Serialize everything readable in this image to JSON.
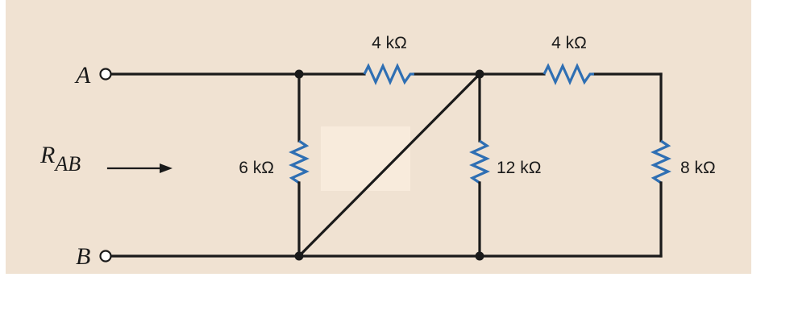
{
  "terminals": {
    "a_label": "A",
    "b_label": "B"
  },
  "rab": {
    "main": "R",
    "sub": "AB"
  },
  "resistors": {
    "top_left": "4 kΩ",
    "top_right": "4 kΩ",
    "left_vertical": "6 kΩ",
    "middle_vertical": "12 kΩ",
    "right_vertical": "8 kΩ"
  },
  "colors": {
    "background": "#f0e2d2",
    "highlight_box": "#f8ebdc",
    "wire": "#1a1a1a",
    "resistor": "#2f6fb3"
  }
}
